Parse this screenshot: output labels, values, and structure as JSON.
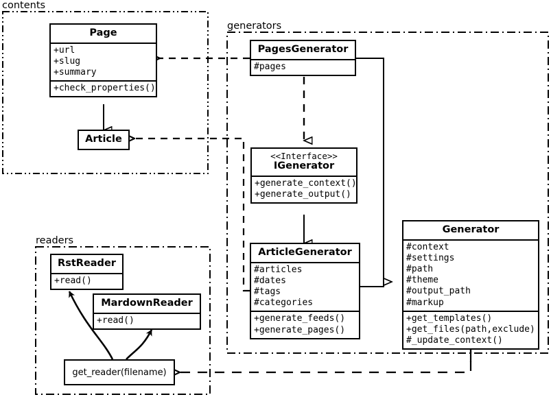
{
  "diagram": {
    "type": "uml-class-diagram",
    "background": "#ffffff",
    "line_color": "#000000"
  },
  "packages": [
    {
      "id": "contents",
      "label": "contents"
    },
    {
      "id": "generators",
      "label": "generators"
    },
    {
      "id": "readers",
      "label": "readers"
    }
  ],
  "classes": {
    "page": {
      "name": "Page",
      "attributes": [
        "+url",
        "+slug",
        "+summary"
      ],
      "methods": [
        "+check_properties()"
      ]
    },
    "article": {
      "name": "Article",
      "attributes": [],
      "methods": []
    },
    "pages_generator": {
      "name": "PagesGenerator",
      "attributes": [
        "#pages"
      ],
      "methods": []
    },
    "igenerator": {
      "stereotype": "<<Interface>>",
      "name": "IGenerator",
      "attributes": [],
      "methods": [
        "+generate_context()",
        "+generate_output()"
      ]
    },
    "article_generator": {
      "name": "ArticleGenerator",
      "attributes": [
        "#articles",
        "#dates",
        "#tags",
        "#categories"
      ],
      "methods": [
        "+generate_feeds()",
        "+generate_pages()"
      ]
    },
    "generator": {
      "name": "Generator",
      "attributes": [
        "#context",
        "#settings",
        "#path",
        "#theme",
        "#output_path",
        "#markup"
      ],
      "methods": [
        "+get_templates()",
        "+get_files(path,exclude)",
        "#_update_context()"
      ]
    },
    "rst_reader": {
      "name": "RstReader",
      "attributes": [],
      "methods": [
        "+read()"
      ]
    },
    "mardown_reader": {
      "name": "MardownReader",
      "attributes": [],
      "methods": [
        "+read()"
      ]
    },
    "get_reader": {
      "name": "get_reader(filename)"
    }
  },
  "relations": [
    {
      "id": "article-inherits-page",
      "kind": "generalization",
      "from": "Article",
      "to": "Page"
    },
    {
      "id": "pagesgenerator-realizes-igenerator",
      "kind": "realization",
      "from": "PagesGenerator",
      "to": "IGenerator"
    },
    {
      "id": "articlegenerator-inherits-igenerator",
      "kind": "generalization",
      "from": "ArticleGenerator",
      "to": "IGenerator"
    },
    {
      "id": "pagesgenerator-inherits-generator",
      "kind": "generalization",
      "from": "PagesGenerator",
      "to": "Generator"
    },
    {
      "id": "articlegenerator-inherits-generator",
      "kind": "generalization",
      "from": "ArticleGenerator",
      "to": "Generator"
    },
    {
      "id": "pagesgenerator-uses-page",
      "kind": "dependency",
      "from": "PagesGenerator",
      "to": "Page"
    },
    {
      "id": "articlegenerator-uses-article",
      "kind": "dependency",
      "from": "ArticleGenerator",
      "to": "Article"
    },
    {
      "id": "generator-uses-get-reader",
      "kind": "dependency",
      "from": "Generator",
      "to": "get_reader(filename)"
    },
    {
      "id": "get-reader-creates-rstreader",
      "kind": "association",
      "from": "get_reader(filename)",
      "to": "RstReader"
    },
    {
      "id": "get-reader-creates-mardownreader",
      "kind": "association",
      "from": "get_reader(filename)",
      "to": "MardownReader"
    }
  ]
}
